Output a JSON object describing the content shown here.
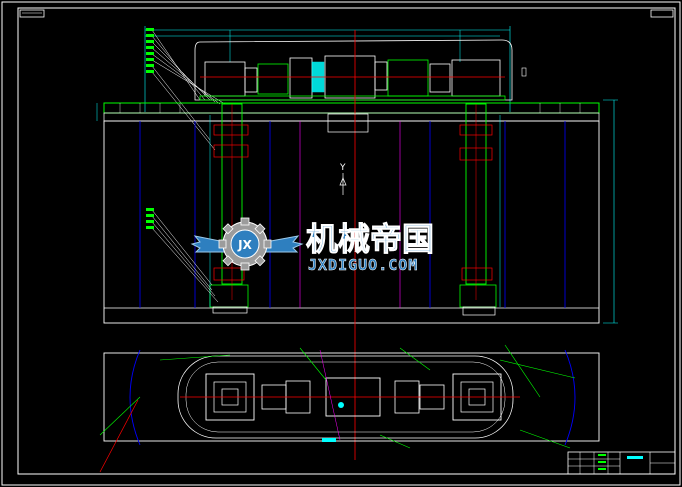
{
  "drawing": {
    "background": "#000000",
    "line_colors": {
      "frame": "#ffffff",
      "structure": "#00ff00",
      "parts": "#ffffff",
      "center_line": "#ff0000",
      "hidden": "#0000ff",
      "dimension": "#00ffff",
      "highlight": "#ff00ff",
      "annotation": "#00ff00"
    },
    "axis_label": "Y",
    "views": [
      "front-elevation-view",
      "plan-view"
    ]
  },
  "watermark": {
    "title": "机械帝国",
    "subtitle": "JXDIGUO.COM",
    "emblem_text": "JX",
    "accent": "#2e7fbf",
    "emblem_icon": "gear-wings-logo-icon"
  }
}
